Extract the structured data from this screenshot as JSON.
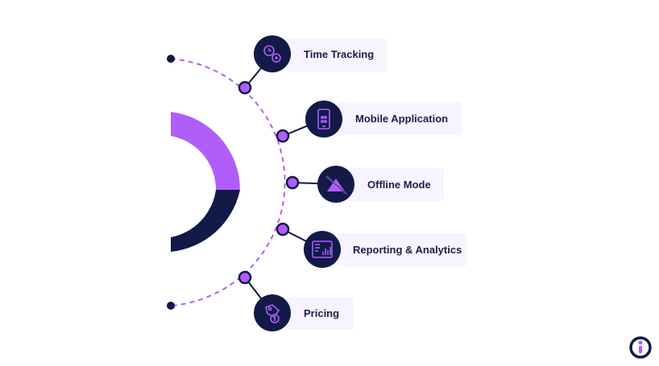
{
  "colors": {
    "navy": "#121a48",
    "purple": "#b05ef9",
    "label_bg": "#f7f3ff",
    "label_text": "#1a1f45"
  },
  "features": [
    {
      "label": "Time Tracking",
      "icon": "time-tracking-icon"
    },
    {
      "label": "Mobile Application",
      "icon": "mobile-application-icon"
    },
    {
      "label": "Offline Mode",
      "icon": "offline-mode-icon"
    },
    {
      "label": "Reporting & Analytics",
      "icon": "reporting-analytics-icon"
    },
    {
      "label": "Pricing",
      "icon": "pricing-icon"
    }
  ],
  "logo": {
    "icon": "brand-logo-icon"
  }
}
